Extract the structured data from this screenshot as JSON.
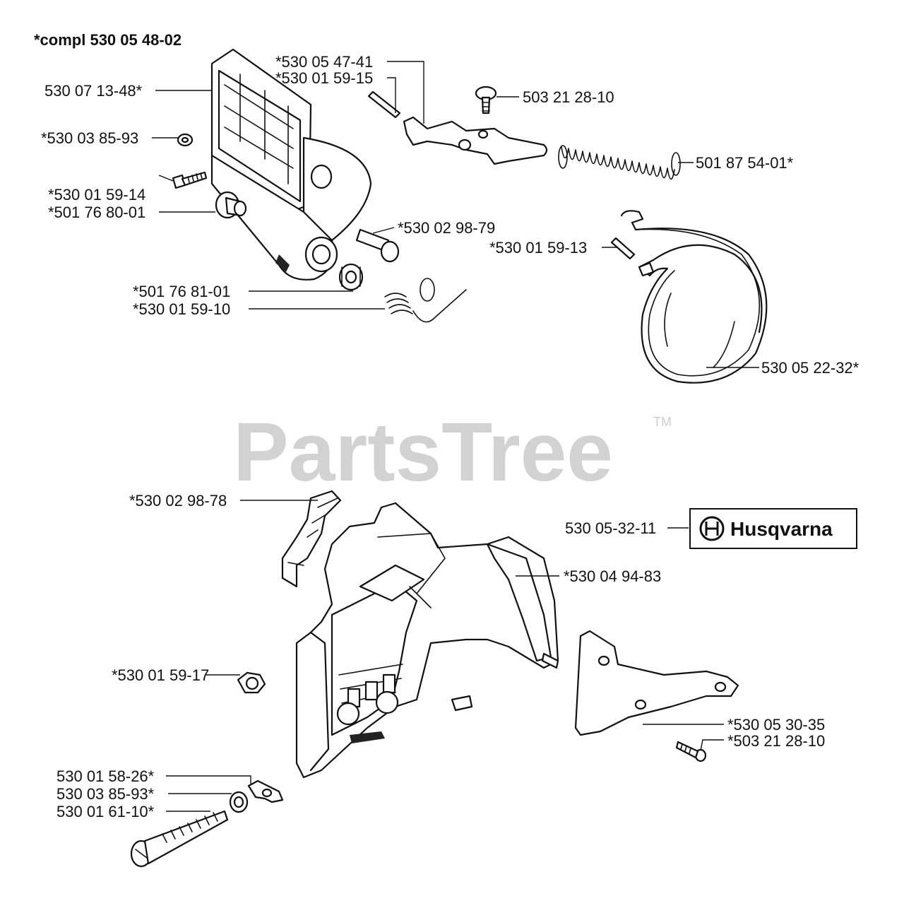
{
  "title": "*compl 530 05 48-02",
  "watermark": "PartsTree",
  "watermark_tm": "TM",
  "labels": {
    "p530_07_13_48": "530 07 13-48*",
    "p530_03_85_93_a": "*530 03 85-93",
    "p530_01_59_14": "*530 01 59-14",
    "p501_76_80_01": "*501 76 80-01",
    "p530_02_98_79": "*530 02 98-79",
    "p501_76_81_01": "*501 76 81-01",
    "p530_01_59_10": "*530 01 59-10",
    "p530_05_47_41": "*530 05 47-41",
    "p530_01_59_15": "*530 01 59-15",
    "p503_21_28_10_a": "503 21 28-10",
    "p501_87_54_01": "501 87 54-01*",
    "p530_01_59_13": "*530 01 59-13",
    "p530_05_22_32": "530 05 22-32*",
    "p530_02_98_78": "*530 02 98-78",
    "p530_05_32_11": "530 05-32-11",
    "p530_04_94_83": "*530 04 94-83",
    "p530_01_59_17": "*530 01 59-17",
    "p530_05_30_35": "*530 05 30-35",
    "p503_21_28_10_b": "*503 21 28-10",
    "p530_01_58_26": "530 01 58-26*",
    "p530_03_85_93_b": "530 03 85-93*",
    "p530_01_61_10": "530 01 61-10*"
  },
  "decal_brand": "Husqvarna"
}
